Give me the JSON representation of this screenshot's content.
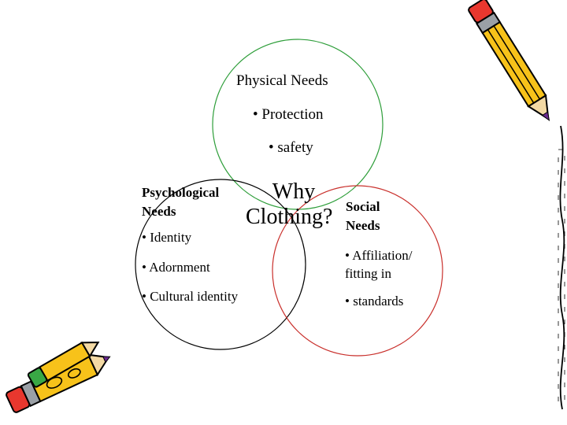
{
  "colors": {
    "physical": "#2e9e3a",
    "psychological": "#000000",
    "social": "#c9302c"
  },
  "physical": {
    "title": "Physical Needs",
    "items": [
      "• Protection",
      "• safety"
    ]
  },
  "center": {
    "line1": "Why",
    "line2": "Clothing?"
  },
  "psychological": {
    "title_line1": "Psychological",
    "title_line2": "Needs",
    "items": [
      "• Identity",
      "• Adornment",
      "• Cultural identity"
    ]
  },
  "social": {
    "title_line1": "Social",
    "title_line2": "Needs",
    "items": [
      "• Affiliation/",
      "fitting in",
      "• standards"
    ]
  },
  "icons": [
    "pencil-icon",
    "pencil-icon"
  ]
}
